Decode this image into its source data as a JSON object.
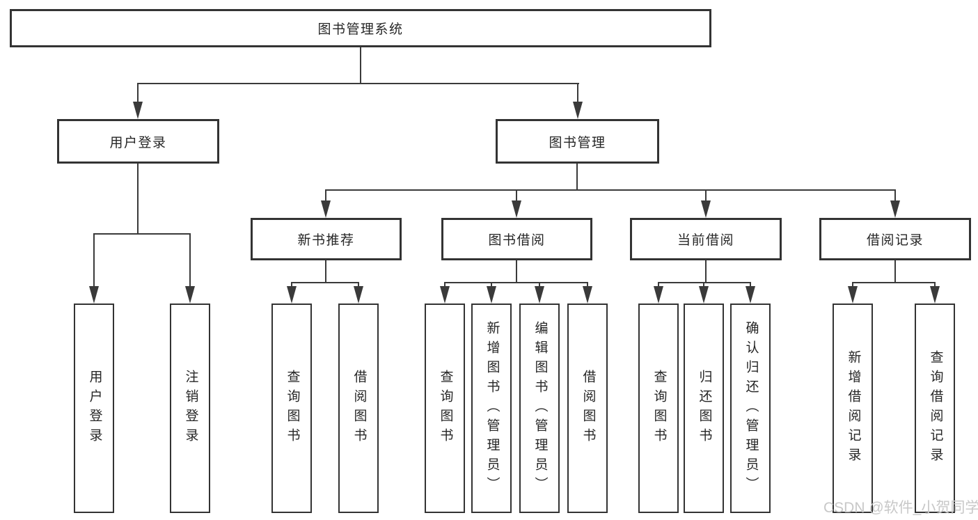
{
  "tree": {
    "label": "图书管理系统",
    "children": [
      {
        "label": "用户登录",
        "children": [
          {
            "label": "用户登录"
          },
          {
            "label": "注销登录"
          }
        ]
      },
      {
        "label": "图书管理",
        "children": [
          {
            "label": "新书推荐",
            "children": [
              {
                "label": "查询图书"
              },
              {
                "label": "借阅图书"
              }
            ]
          },
          {
            "label": "图书借阅",
            "children": [
              {
                "label": "查询图书"
              },
              {
                "label": "新增图书（管理员）"
              },
              {
                "label": "编辑图书（管理员）"
              },
              {
                "label": "借阅图书"
              }
            ]
          },
          {
            "label": "当前借阅",
            "children": [
              {
                "label": "查询图书"
              },
              {
                "label": "归还图书"
              },
              {
                "label": "确认归还（管理员）"
              }
            ]
          },
          {
            "label": "借阅记录",
            "children": [
              {
                "label": "新增借阅记录"
              },
              {
                "label": "查询借阅记录"
              }
            ]
          }
        ]
      }
    ]
  },
  "watermark": {
    "text": "CSDN @软件_小贺同学",
    "color": "#c8c8c8"
  },
  "colors": {
    "background": "#ffffff",
    "box_fill": "#ffffff",
    "box_border": "#333333",
    "line": "#3a3a3a",
    "text": "#262626"
  }
}
